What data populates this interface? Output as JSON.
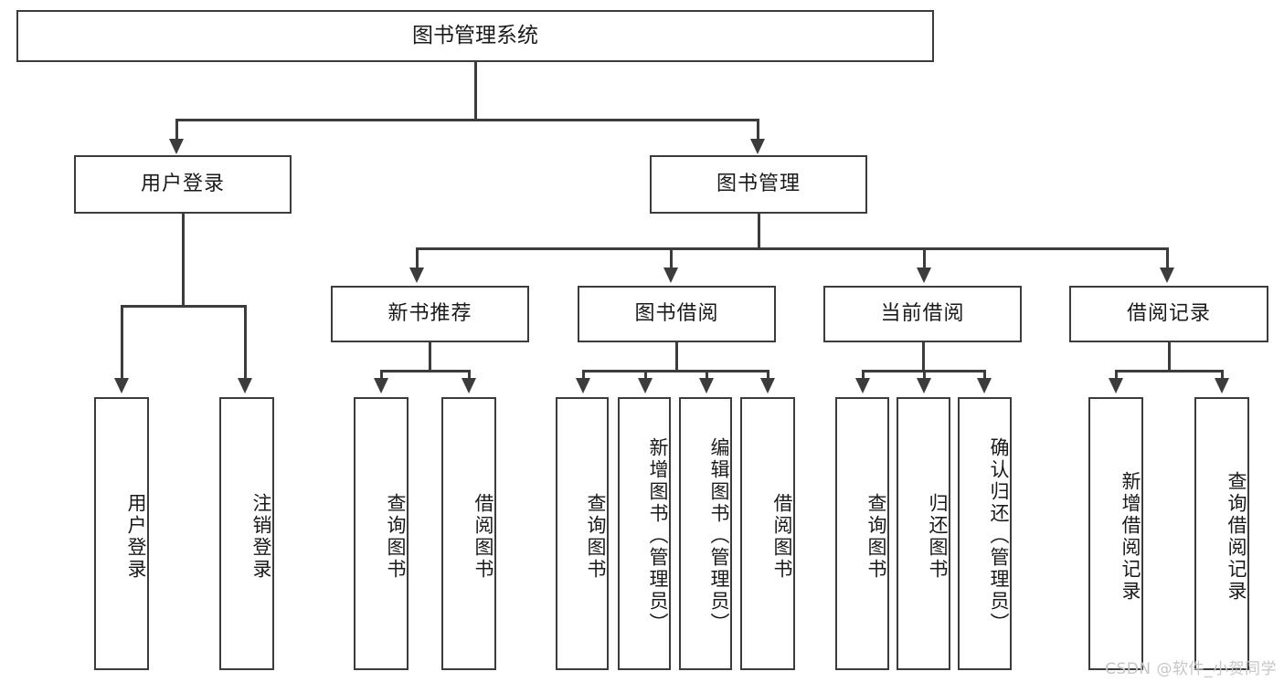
{
  "diagram": {
    "title": "图书管理系统",
    "watermark": "CSDN @软件_小贺同学",
    "nodes": {
      "root": "图书管理系统",
      "level2": {
        "user_login": "用户登录",
        "book_manage": "图书管理"
      },
      "level3": {
        "new_book_rec": "新书推荐",
        "book_borrow": "图书借阅",
        "current_borrow": "当前借阅",
        "borrow_record": "借阅记录"
      },
      "leaves": {
        "user_login_1": "用户登录",
        "user_login_2": "注销登录",
        "new_book_rec_1": "查询图书",
        "new_book_rec_2": "借阅图书",
        "book_borrow_1": "查询图书",
        "book_borrow_2": "新增图书（管理员）",
        "book_borrow_3": "编辑图书（管理员）",
        "book_borrow_4": "借阅图书",
        "current_borrow_1": "查询图书",
        "current_borrow_2": "归还图书",
        "current_borrow_3": "确认归还（管理员）",
        "borrow_record_1": "新增借阅记录",
        "borrow_record_2": "查询借阅记录"
      }
    },
    "colors": {
      "stroke": "#3c3c3c",
      "fill": "#ffffff",
      "text": "#1a1a1a",
      "watermark": "#c6c6c6"
    }
  }
}
